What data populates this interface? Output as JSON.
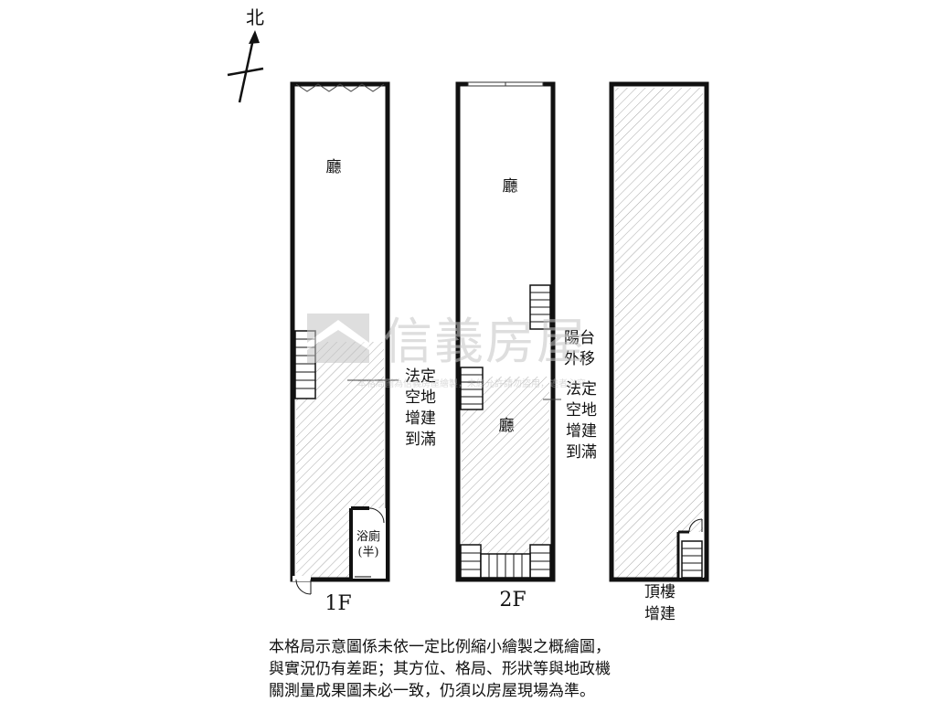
{
  "compass": {
    "label": "北"
  },
  "floors": [
    {
      "id": "1f",
      "name": "1F",
      "rooms": {
        "hall": "廳",
        "bathroom_line1": "浴廁",
        "bathroom_line2": "(半)"
      },
      "note": [
        "法定",
        "空地",
        "增建",
        "到滿"
      ]
    },
    {
      "id": "2f",
      "name": "2F",
      "rooms": {
        "hall_top": "廳",
        "hall_bottom": "廳"
      },
      "balcony_note": [
        "陽台",
        "外移"
      ],
      "note": [
        "法定",
        "空地",
        "增建",
        "到滿"
      ]
    },
    {
      "id": "roof",
      "name_lines": [
        "頂樓",
        "增建"
      ]
    }
  ],
  "watermark": {
    "brand": "信義房屋",
    "notice": "本格局圖為信義房屋繪製，未經允許請勿盜用，違者必究"
  },
  "disclaimer": [
    "本格局示意圖係未依一定比例縮小繪製之概繪圖，",
    "與實況仍有差距；其方位、格局、形狀等與地政機",
    "關測量成果圖未必一致，仍須以房屋現場為準。"
  ],
  "colors": {
    "line": "#111111",
    "hatch": "#9a9a9a",
    "watermark": "#c8c8c8"
  }
}
